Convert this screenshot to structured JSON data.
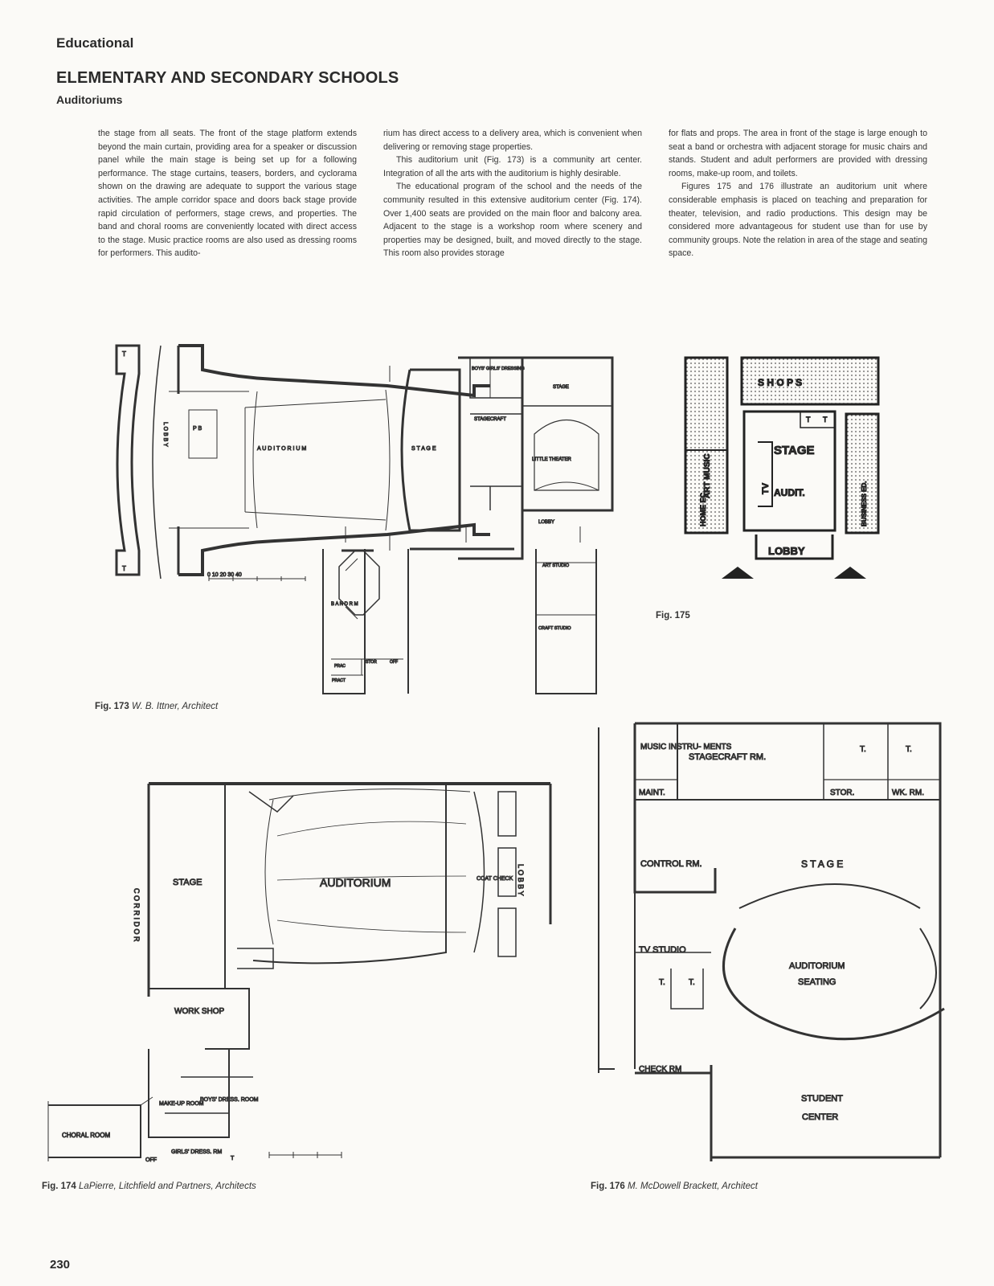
{
  "header": {
    "section": "Educational",
    "title": "ELEMENTARY AND SECONDARY SCHOOLS",
    "subtitle": "Auditoriums"
  },
  "body": {
    "col1": [
      "the stage from all seats. The front of the stage platform extends beyond the main curtain, providing area for a speaker or discussion panel while the main stage is being set up for a following performance. The stage curtains, teasers, borders, and cyclorama shown on the drawing are adequate to support the various stage activities. The ample corridor space and doors back stage provide rapid circulation of performers, stage crews, and properties. The band and choral rooms are conveniently located with direct access to the stage. Music practice rooms are also used as dressing rooms for performers. This audito-"
    ],
    "col2": [
      "rium has direct access to a delivery area, which is convenient when delivering or removing stage properties.",
      "This auditorium unit (Fig. 173) is a community art center. Integration of all the arts with the auditorium is highly desirable.",
      "The educational program of the school and the needs of the community resulted in this extensive auditorium center (Fig. 174). Over 1,400 seats are provided on the main floor and balcony area. Adjacent to the stage is a workshop room where scenery and properties may be designed, built, and moved directly to the stage. This room also provides storage"
    ],
    "col3": [
      "for flats and props. The area in front of the stage is large enough to seat a band or orchestra with adjacent storage for music chairs and stands. Student and adult performers are provided with dressing rooms, make-up room, and toilets.",
      "Figures 175 and 176 illustrate an auditorium unit where considerable emphasis is placed on teaching and preparation for theater, television, and radio productions. This design may be considered more advantageous for student use than for use by community groups. Note the relation in area of the stage and seating space."
    ]
  },
  "fig173": {
    "caption_num": "Fig. 173",
    "caption_credit": "W. B. Ittner, Architect",
    "labels": {
      "t": "T",
      "lobby": "L O B B Y",
      "pb": "P B",
      "auditorium": "A U D I T O R I U M",
      "stage": "S T A G E",
      "dressing": "BOYS' GIRLS' DRESSING",
      "stage2": "STAGE",
      "stagecraft": "STAGECRAFT",
      "little_theater": "LITTLE THEATER",
      "lobby2": "LOBBY",
      "band": "B A N D  R M",
      "art": "ART STUDIO",
      "craft": "CRAFT STUDIO",
      "prac": "PRAC",
      "prac2": "PRACT",
      "stor": "STOR",
      "off": "OFF",
      "scale": "0   10   20   30   40"
    }
  },
  "fig174": {
    "caption_num": "Fig. 174",
    "caption_credit": "LaPierre, Litchfield and Partners, Architects",
    "labels": {
      "stage": "STAGE",
      "auditorium": "AUDITORIUM",
      "coat": "COAT CHECK",
      "lobby": "L O B B Y",
      "corridor": "C O R R I D O R",
      "workshop": "WORK SHOP",
      "makeup": "MAKE-UP ROOM",
      "boys": "BOYS' DRESS. ROOM",
      "girls": "GIRLS' DRESS. RM",
      "choral": "CHORAL ROOM",
      "off": "OFF",
      "t": "T"
    }
  },
  "fig175": {
    "caption_num": "Fig. 175",
    "labels": {
      "shops": "S H O P S",
      "art_music": "ART MUSIC",
      "home_ec": "HOME EC.",
      "stage": "STAGE",
      "audit": "AUDIT.",
      "tv": "TV",
      "business": "BUSINESS ED.",
      "lobby": "LOBBY",
      "t": "T"
    }
  },
  "fig176": {
    "caption_num": "Fig. 176",
    "caption_credit": "M. McDowell Brackett, Architect",
    "labels": {
      "music": "MUSIC INSTRU- MENTS",
      "stagecraft": "STAGECRAFT  RM.",
      "maint": "MAINT.",
      "stor": "STOR.",
      "wkrm": "WK. RM.",
      "t": "T.",
      "control": "CONTROL RM.",
      "stage": "S T A G E",
      "tv": "TV  STUDIO",
      "seating1": "AUDITORIUM",
      "seating2": "SEATING",
      "check": "CHECK RM",
      "student1": "STUDENT",
      "student2": "CENTER"
    }
  },
  "page_number": "230"
}
